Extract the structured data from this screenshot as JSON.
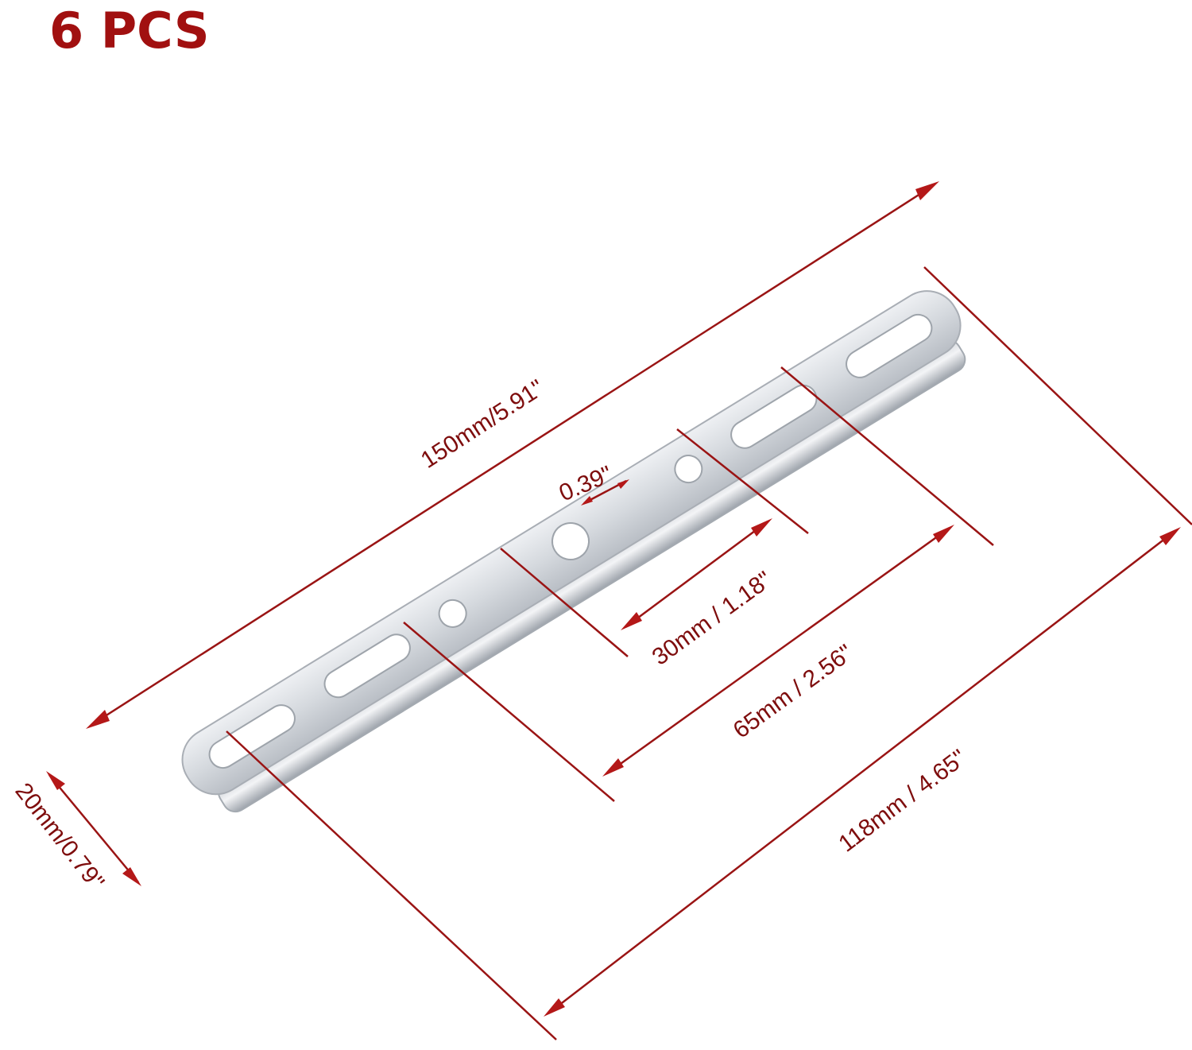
{
  "quantity_label": "6 PCS",
  "colors": {
    "accent": "#a11010",
    "dimension": "#9a1414",
    "metal": "#d9dde2"
  },
  "dimensions": {
    "overall_length": "150mm/5.91\"",
    "width": "20mm/0.79\"",
    "center_hole": "0.39\"",
    "small_hole_spacing": "30mm / 1.18\"",
    "middle_slot_spacing": "65mm / 2.56\"",
    "outer_slot_spacing": "118mm / 4.65\""
  },
  "icons": [
    "metal-bracket-illustration"
  ]
}
